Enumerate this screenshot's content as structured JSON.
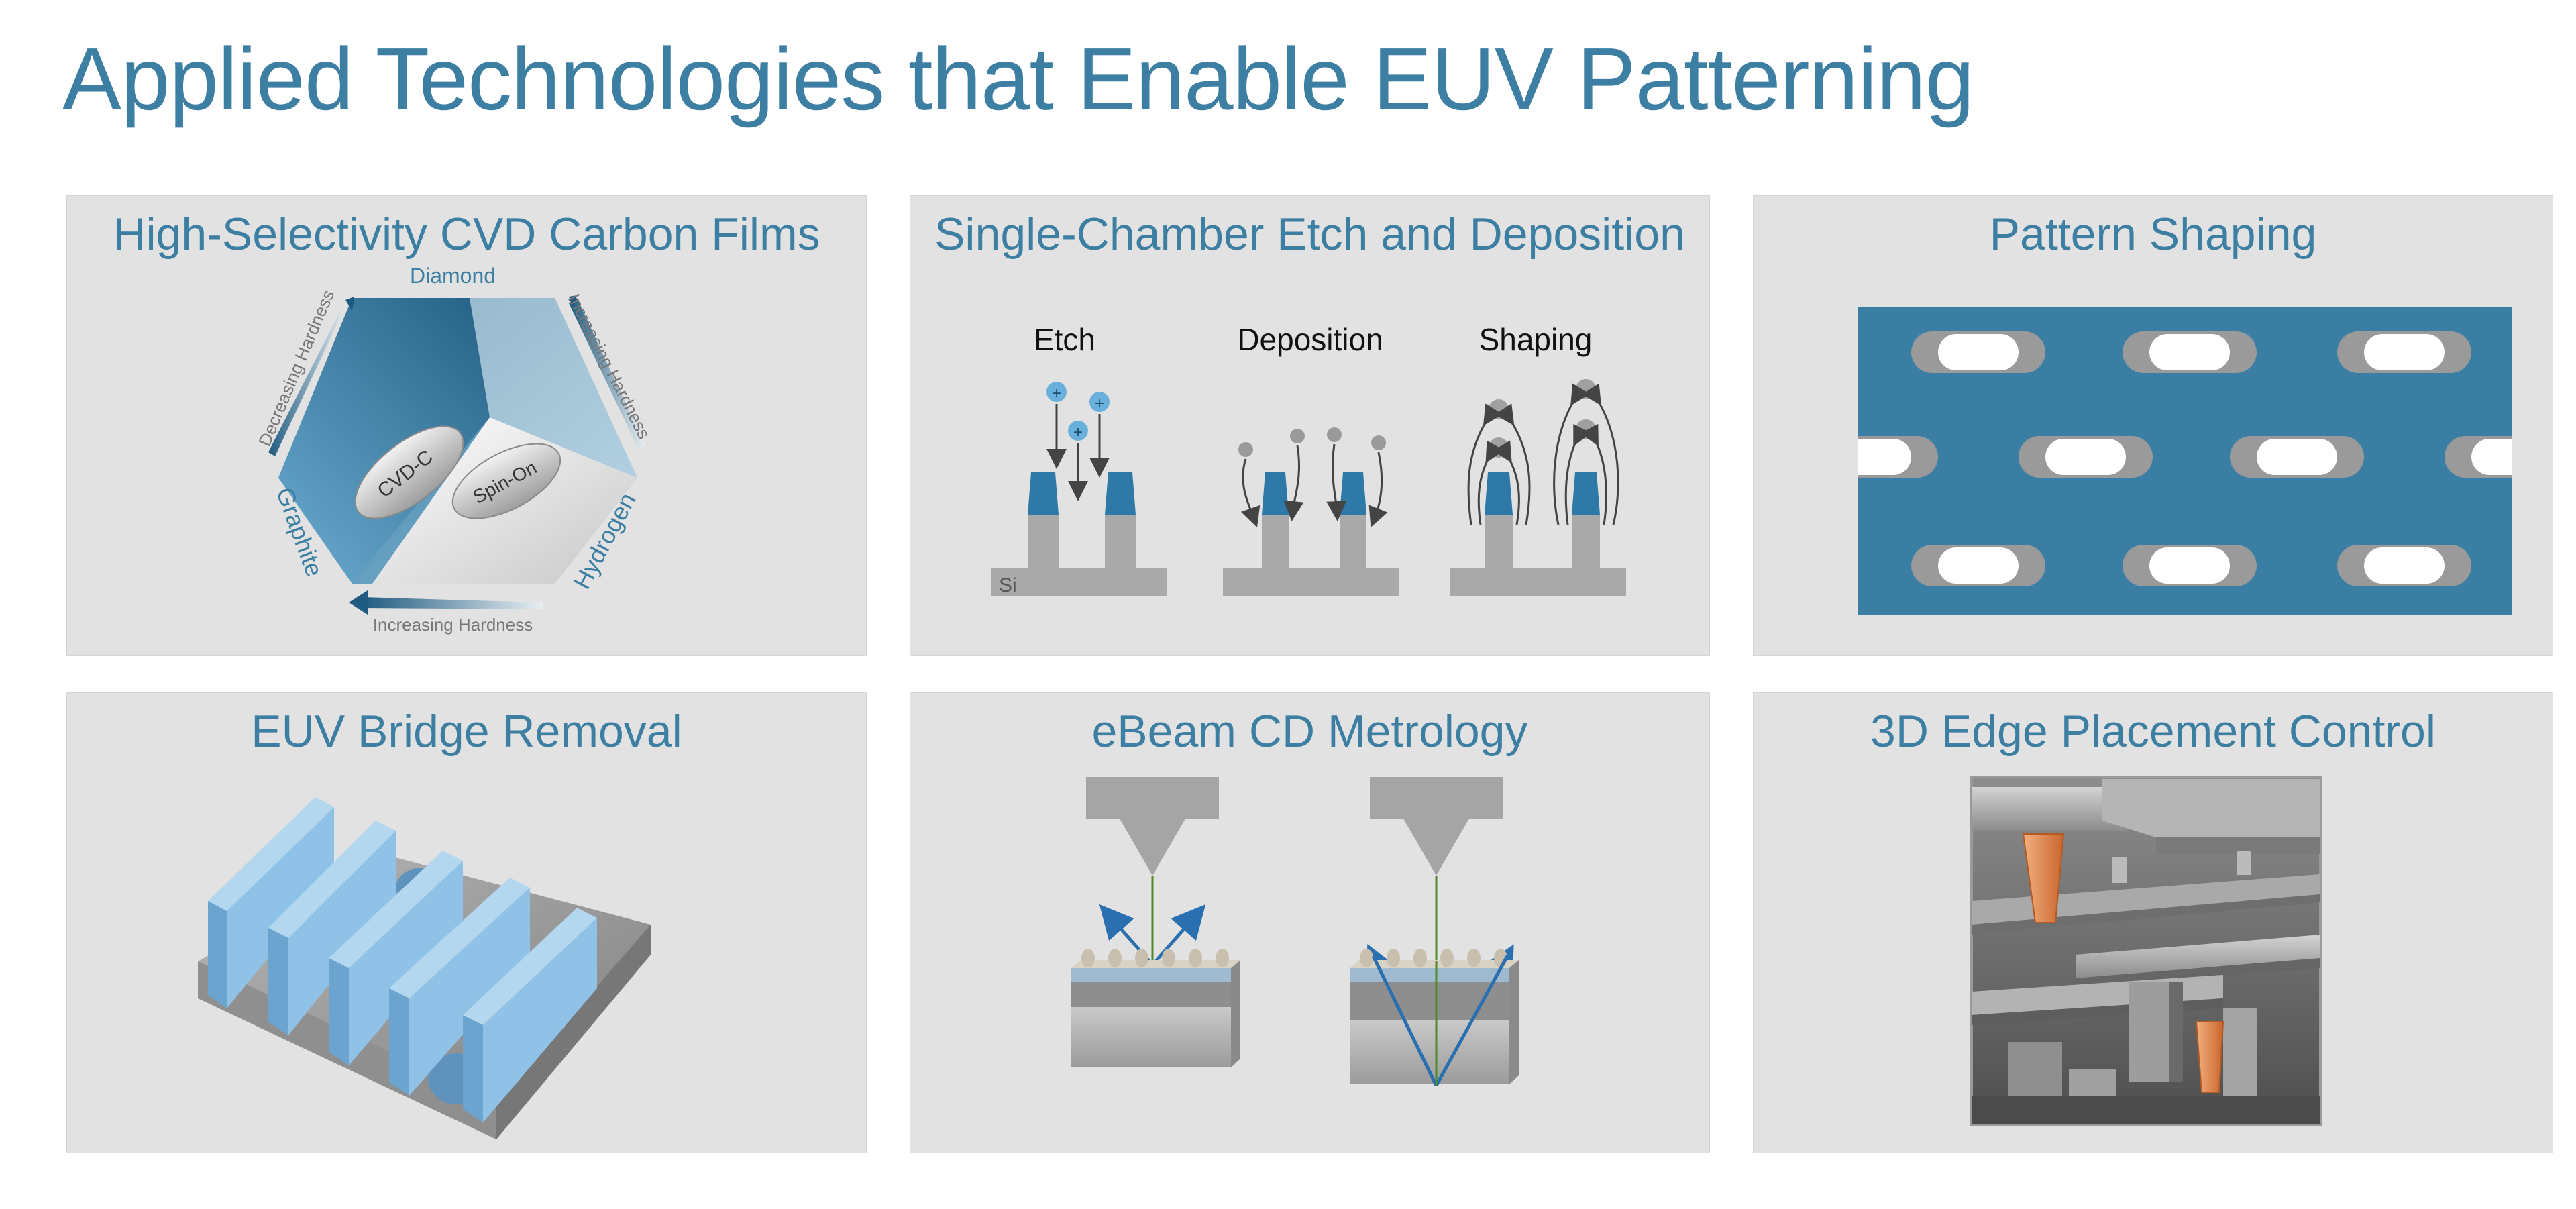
{
  "page": {
    "title": "Applied Technologies that Enable EUV Patterning"
  },
  "panels": {
    "carbon_films": {
      "title": "High-Selectivity CVD Carbon Films",
      "labels": {
        "diamond": "Diamond",
        "graphite": "Graphite",
        "hydrogen": "Hydrogen",
        "decreasing_hardness": "Decreasing Hardness",
        "increasing_hardness_right": "Increasing Hardness",
        "increasing_hardness_bottom": "Increasing Hardness",
        "cvd_c": "CVD-C",
        "spin_on": "Spin-On"
      }
    },
    "etch_deposition": {
      "title": "Single-Chamber Etch and Deposition",
      "steps": [
        "Etch",
        "Deposition",
        "Shaping"
      ],
      "substrate": "Si"
    },
    "pattern_shaping": {
      "title": "Pattern Shaping"
    },
    "bridge_removal": {
      "title": "EUV Bridge Removal"
    },
    "ebeam_metrology": {
      "title": "eBeam CD Metrology"
    },
    "edge_placement": {
      "title": "3D Edge Placement Control"
    }
  },
  "colors": {
    "title_blue": "#3d7fa3",
    "panel_gray": "#e2e2e2",
    "pattern_blue": "#3a7ea3",
    "feature_blue": "#2f79a8",
    "line_blue": "#8cbfdf",
    "accent_orange": "#e08a4f"
  }
}
